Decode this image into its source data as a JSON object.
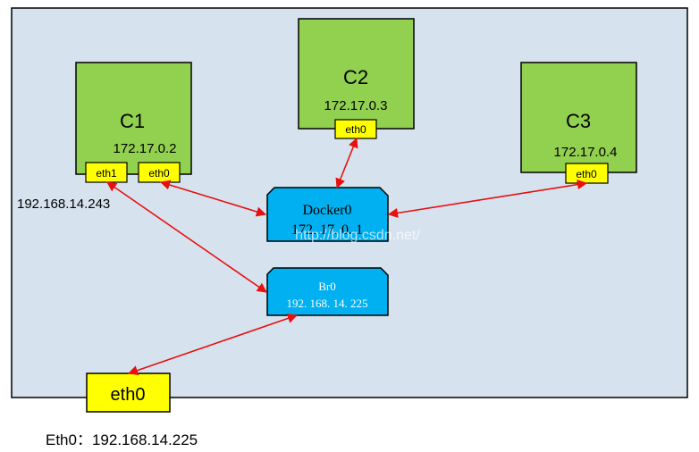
{
  "containers": [
    {
      "id": "c1",
      "name": "C1",
      "ip": "172.17.0.2"
    },
    {
      "id": "c2",
      "name": "C2",
      "ip": "172.17.0.3"
    },
    {
      "id": "c3",
      "name": "C3",
      "ip": "172.17.0.4"
    }
  ],
  "interfaces": {
    "c1_eth1": "eth1",
    "c1_eth0": "eth0",
    "c2_eth0": "eth0",
    "c3_eth0": "eth0",
    "host_eth0": "eth0"
  },
  "bridges": {
    "docker0": {
      "name": "Docker0",
      "ip": "172. 17. 0. 1"
    },
    "br0": {
      "name": "Br0",
      "ip": "192. 168. 14. 225"
    }
  },
  "labels": {
    "c1_eth1_ip": "192.168.14.243",
    "watermark": "http://blog.csdn.net/",
    "footer": "Eth0：192.168.14.225"
  },
  "colors": {
    "host_bg": "#d6e3ee",
    "container_fill": "#92d050",
    "interface_fill": "#ffff00",
    "bridge_fill": "#00b0f0",
    "link": "#e81010"
  }
}
